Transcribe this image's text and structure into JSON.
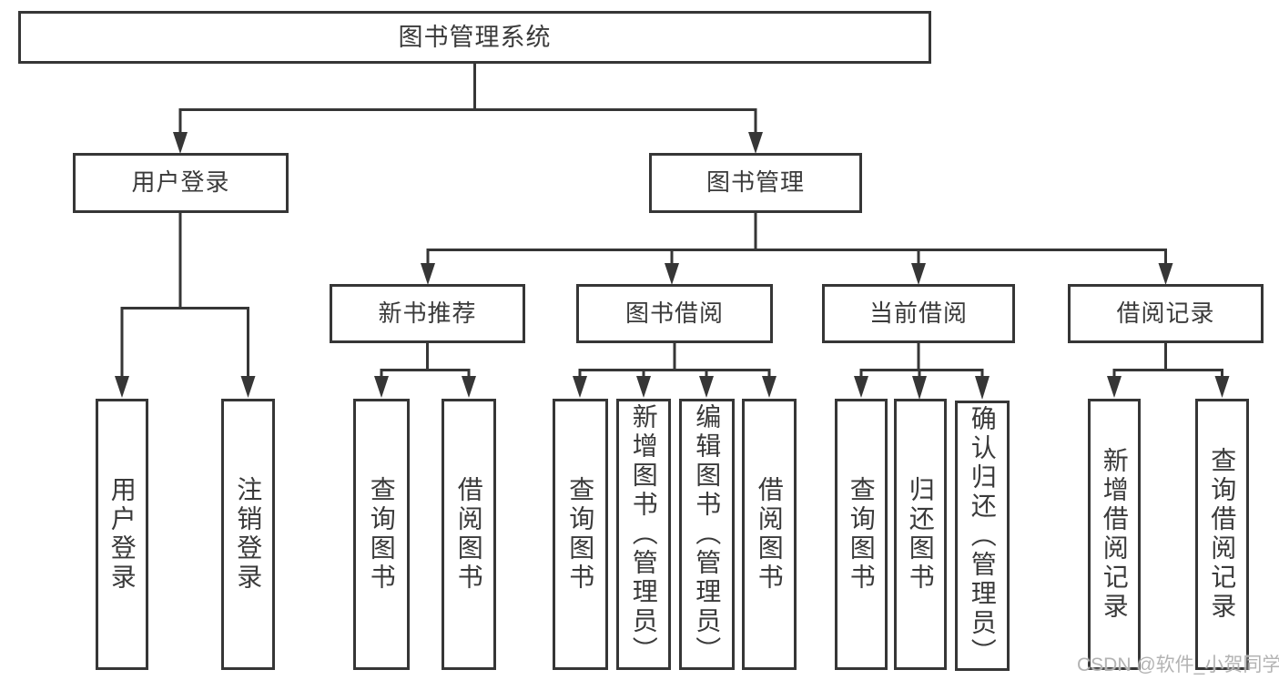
{
  "diagram": {
    "root": {
      "label": "图书管理系统"
    },
    "level2": [
      {
        "label": "用户登录"
      },
      {
        "label": "图书管理"
      }
    ],
    "level3": [
      {
        "label": "新书推荐"
      },
      {
        "label": "图书借阅"
      },
      {
        "label": "当前借阅"
      },
      {
        "label": "借阅记录"
      }
    ],
    "leaves": [
      {
        "label": "用户登录"
      },
      {
        "label": "注销登录"
      },
      {
        "label": "查询图书"
      },
      {
        "label": "借阅图书"
      },
      {
        "label": "查询图书"
      },
      {
        "label": "新增图书（管理员）"
      },
      {
        "label": "编辑图书（管理员）"
      },
      {
        "label": "借阅图书"
      },
      {
        "label": "查询图书"
      },
      {
        "label": "归还图书"
      },
      {
        "label": "确认归还（管理员）"
      },
      {
        "label": "新增借阅记录"
      },
      {
        "label": "查询借阅记录"
      }
    ]
  },
  "watermark": {
    "text": "CSDN @软件_小贺同学"
  },
  "colors": {
    "line": "#363636",
    "text": "#3a3a3a",
    "watermark": "#b3b3b3",
    "background": "#ffffff"
  }
}
